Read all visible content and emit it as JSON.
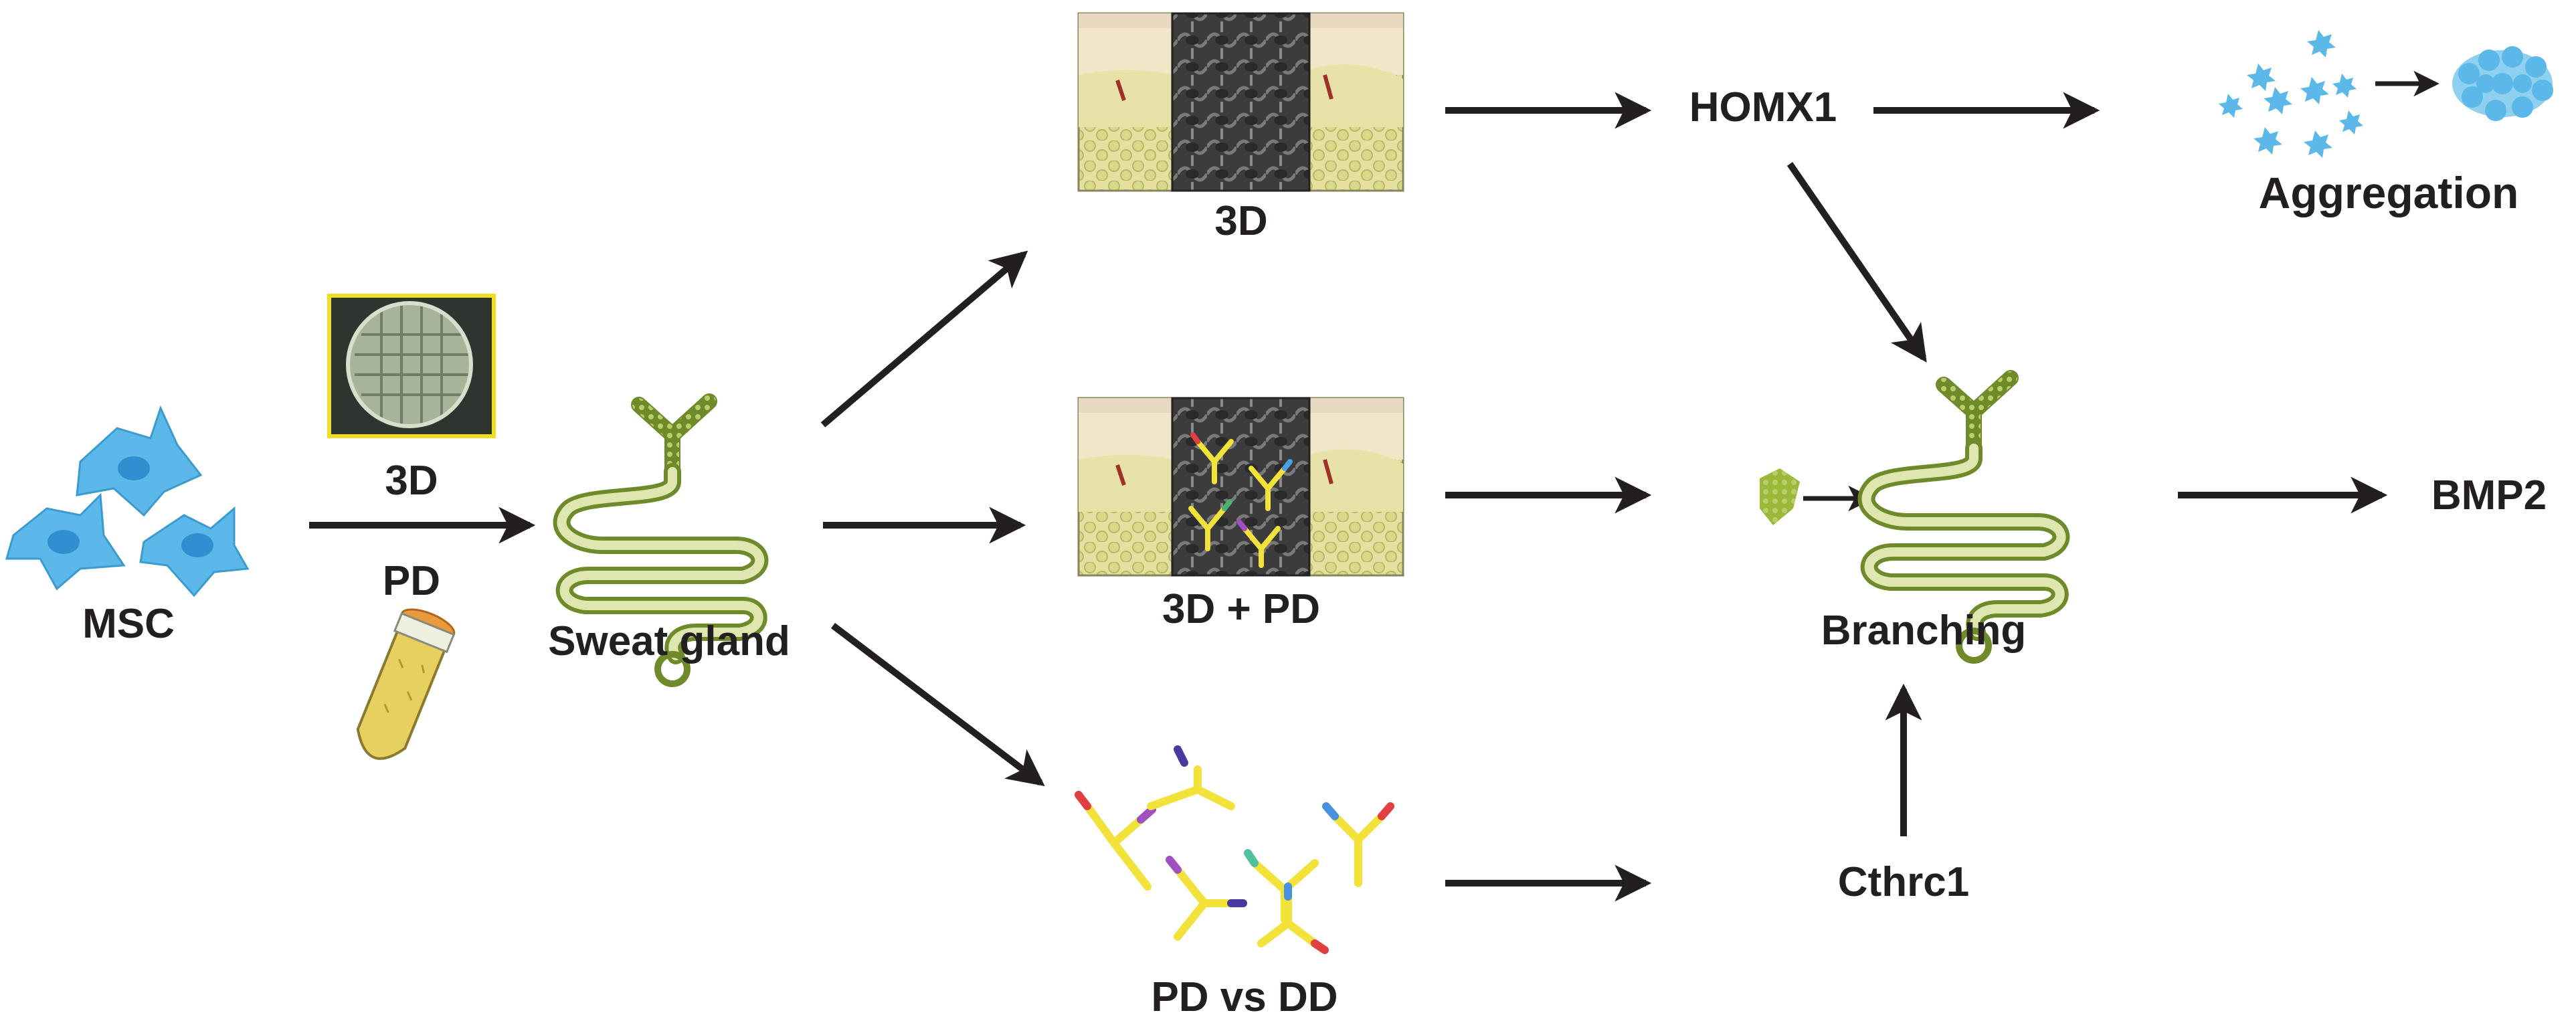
{
  "labels": {
    "msc": "MSC",
    "method_3d": "3D",
    "method_pd": "PD",
    "sweat_gland": "Sweat gland",
    "scaffold_3d": "3D",
    "scaffold_3d_pd": "3D + PD",
    "pd_vs_dd": "PD vs DD",
    "homx1": "HOMX1",
    "aggregation": "Aggregation",
    "branching": "Branching",
    "cthrc1": "Cthrc1",
    "bmp2": "BMP2"
  },
  "icons": [
    "msc-cells-icon",
    "scaffold-photo-icon",
    "tube-icon",
    "sweat-gland-icon",
    "skin-scaffold-icon",
    "skin-scaffold-antibody-icon",
    "antibodies-icon",
    "aggregation-cells-icon",
    "branching-gland-icon"
  ],
  "colors": {
    "arrow": "#231f20",
    "cell_blue": "#5bb8e8",
    "gland_green": "#9ab83a",
    "antibody_yellow": "#f2e23a",
    "scaffold_gray": "#4a4a4a",
    "tube_orange": "#e89a3c"
  }
}
